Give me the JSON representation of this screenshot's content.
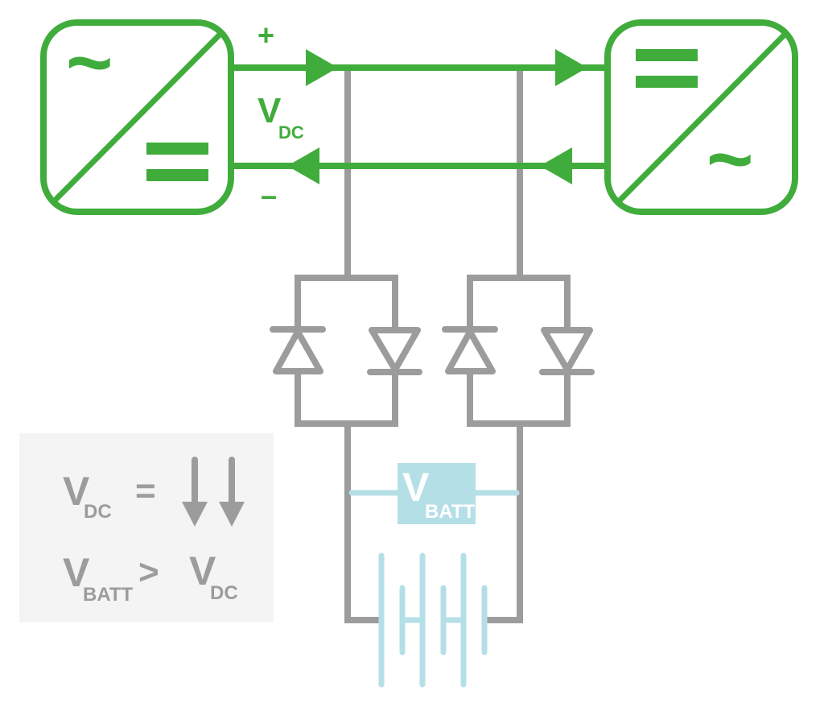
{
  "title": "Bidirectional converters with DC bus and battery via anti-parallel diodes",
  "colors": {
    "converter": "#40ac3c",
    "wire": "#9c9c9c",
    "battery": "#b5dfe7",
    "legend_bg": "#f4f4f4",
    "legend_text": "#9c9c9c"
  },
  "left_converter": {
    "top_symbol": "~",
    "bottom_symbol": "="
  },
  "right_converter": {
    "top_symbol": "=",
    "bottom_symbol": "~"
  },
  "bus": {
    "plus_label": "+",
    "minus_label": "–",
    "voltage_main": "V",
    "voltage_sub": "DC"
  },
  "battery": {
    "voltage_main": "V",
    "voltage_sub": "BATT"
  },
  "legend": {
    "row1": {
      "main": "V",
      "sub": "DC",
      "op": "="
    },
    "row2": {
      "left_main": "V",
      "left_sub": "BATT",
      "op": ">",
      "right_main": "V",
      "right_sub": "DC"
    }
  }
}
